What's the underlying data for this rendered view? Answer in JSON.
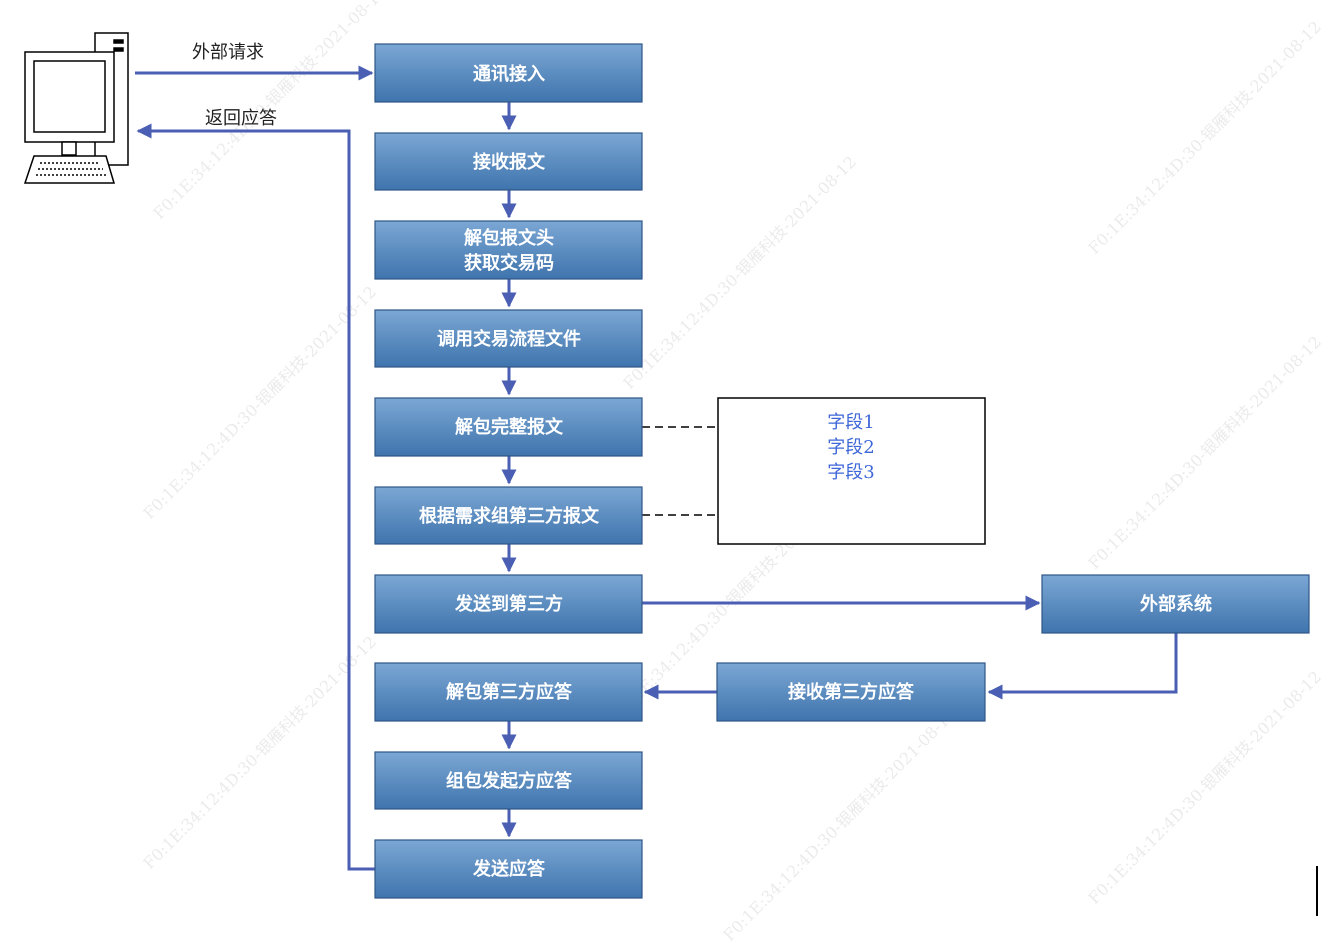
{
  "edges": {
    "request_label": "外部请求",
    "response_label": "返回应答"
  },
  "nodes": {
    "comm": "通讯接入",
    "recv": "接收报文",
    "unpack_head": [
      "解包报文头",
      "获取交易码"
    ],
    "call_flow": "调用交易流程文件",
    "unpack_full": "解包完整报文",
    "build_third": "根据需求组第三方报文",
    "send_third": "发送到第三方",
    "external": "外部系统",
    "recv_third": "接收第三方应答",
    "unpack_third": "解包第三方应答",
    "build_reply": "组包发起方应答",
    "send_reply": "发送应答"
  },
  "fields": [
    "字段1",
    "字段2",
    "字段3"
  ],
  "watermark": "F0:1E:34:12:4D:30-银雁科技-2021-08-12",
  "colors": {
    "box_fill_top": "#7ba7d4",
    "box_fill_bottom": "#3f74ad",
    "box_border": "#2f5687",
    "arrow": "#4a5fb3",
    "field_text": "#3e67d8"
  },
  "icons": {
    "computer": "desktop-computer-icon"
  }
}
